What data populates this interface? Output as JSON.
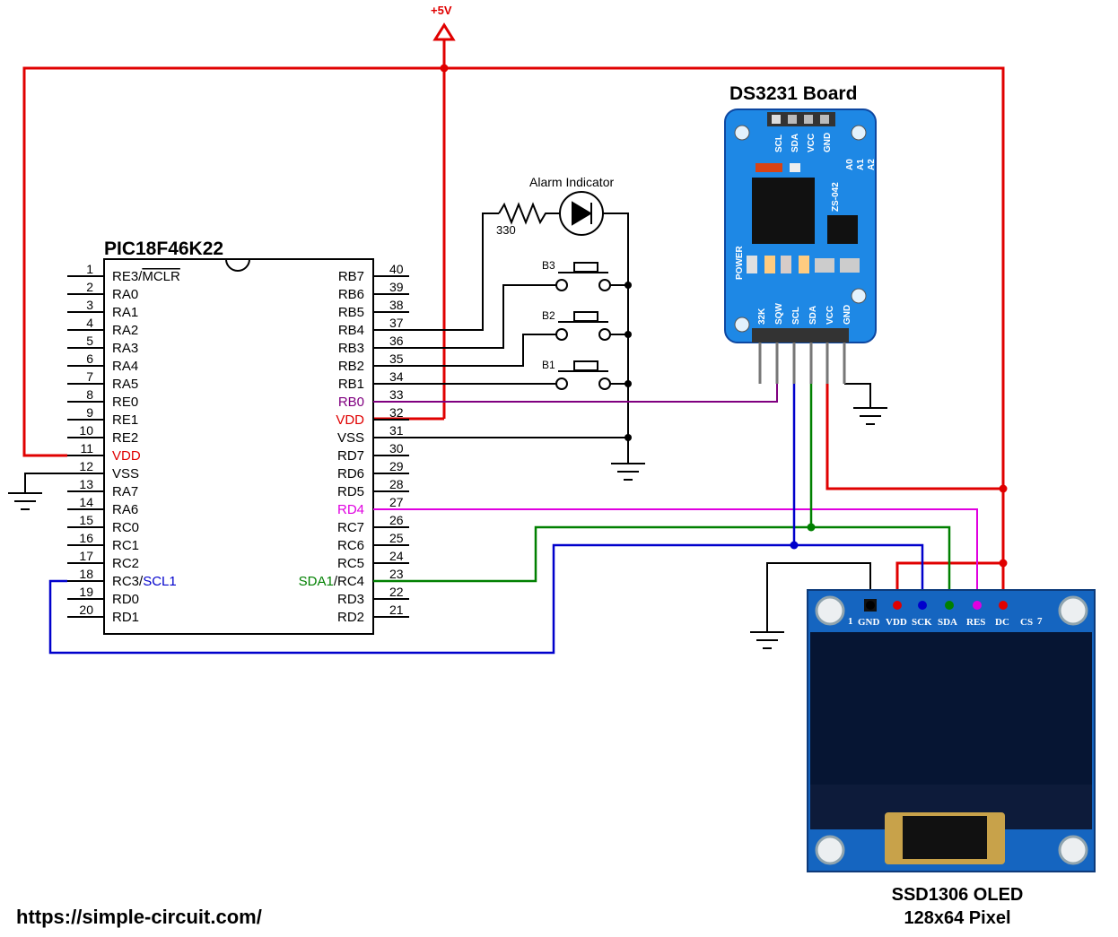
{
  "power_label": "+5V",
  "mcu": {
    "title": "PIC18F46K22",
    "left_pins": [
      {
        "num": "1",
        "name": "RE3/",
        "name_over": "MCLR"
      },
      {
        "num": "2",
        "name": "RA0"
      },
      {
        "num": "3",
        "name": "RA1"
      },
      {
        "num": "4",
        "name": "RA2"
      },
      {
        "num": "5",
        "name": "RA3"
      },
      {
        "num": "6",
        "name": "RA4"
      },
      {
        "num": "7",
        "name": "RA5"
      },
      {
        "num": "8",
        "name": "RE0"
      },
      {
        "num": "9",
        "name": "RE1"
      },
      {
        "num": "10",
        "name": "RE2"
      },
      {
        "num": "11",
        "name": "VDD",
        "color": "#e00000"
      },
      {
        "num": "12",
        "name": "VSS"
      },
      {
        "num": "13",
        "name": "RA7"
      },
      {
        "num": "14",
        "name": "RA6"
      },
      {
        "num": "15",
        "name": "RC0"
      },
      {
        "num": "16",
        "name": "RC1"
      },
      {
        "num": "17",
        "name": "RC2"
      },
      {
        "num": "18",
        "name": "RC3/",
        "name2": "SCL1",
        "color": "#0000cc"
      },
      {
        "num": "19",
        "name": "RD0"
      },
      {
        "num": "20",
        "name": "RD1"
      }
    ],
    "right_pins": [
      {
        "num": "40",
        "name": "RB7"
      },
      {
        "num": "39",
        "name": "RB6"
      },
      {
        "num": "38",
        "name": "RB5"
      },
      {
        "num": "37",
        "name": "RB4"
      },
      {
        "num": "36",
        "name": "RB3"
      },
      {
        "num": "35",
        "name": "RB2"
      },
      {
        "num": "34",
        "name": "RB1"
      },
      {
        "num": "33",
        "name": "RB0",
        "color": "#800080"
      },
      {
        "num": "32",
        "name": "VDD",
        "color": "#e00000"
      },
      {
        "num": "31",
        "name": "VSS"
      },
      {
        "num": "30",
        "name": "RD7"
      },
      {
        "num": "29",
        "name": "RD6"
      },
      {
        "num": "28",
        "name": "RD5"
      },
      {
        "num": "27",
        "name": "RD4",
        "color": "#e000e0"
      },
      {
        "num": "26",
        "name": "RC7"
      },
      {
        "num": "25",
        "name": "RC6"
      },
      {
        "num": "24",
        "name": "RC5"
      },
      {
        "num": "23",
        "name": "SDA1",
        "name2": "/RC4",
        "color": "#008000"
      },
      {
        "num": "22",
        "name": "RD3"
      },
      {
        "num": "21",
        "name": "RD2"
      }
    ]
  },
  "alarm": {
    "label": "Alarm Indicator",
    "resistor": "330"
  },
  "buttons": [
    "B3",
    "B2",
    "B1"
  ],
  "rtc": {
    "title": "DS3231 Board",
    "top_pins": [
      "SCL",
      "SDA",
      "VCC",
      "GND"
    ],
    "bottom_pins": [
      "32K",
      "SQW",
      "SCL",
      "SDA",
      "VCC",
      "GND"
    ],
    "chip_text": "ZS-042",
    "addr": [
      "A0",
      "A1",
      "A2"
    ],
    "power_text": "POWER"
  },
  "oled": {
    "pins": [
      "GND",
      "VDD",
      "SCK",
      "SDA",
      "RES",
      "DC",
      "CS"
    ],
    "pin1": "1",
    "pin7": "7",
    "caption1": "SSD1306 OLED",
    "caption2": "128x64 Pixel"
  },
  "website": "https://simple-circuit.com/",
  "colors": {
    "power": "#e00000",
    "scl": "#0000cc",
    "sda": "#008000",
    "rb0": "#800080",
    "rd4": "#e000e0",
    "board_blue": "#1e88e5",
    "oled_blue": "#1565c0"
  }
}
